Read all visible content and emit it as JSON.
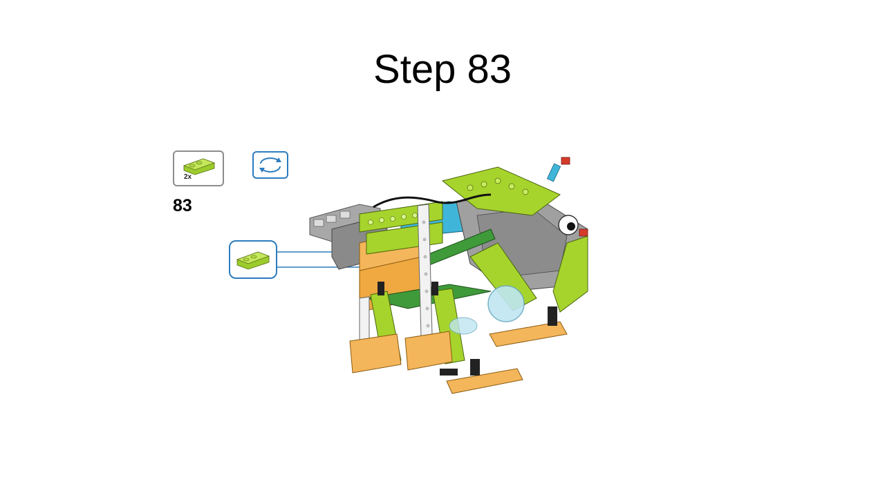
{
  "title": "Step 83",
  "parts_list": {
    "quantity": "2x",
    "part_icon": "lime-inverted-slope-brick-icon"
  },
  "rotate_icon": "rotate-model-icon",
  "step_number": "83",
  "callout": {
    "part_icon": "lime-inverted-slope-brick-icon"
  },
  "model_illustration": "lego-robot-model-icon",
  "colors": {
    "lime": "#a6d42c",
    "orange": "#f4b65a",
    "gray": "#a0a0a0",
    "azure": "#3fb6d9",
    "dark_green": "#3f9a3a",
    "callout_blue": "#2b7bbd"
  }
}
